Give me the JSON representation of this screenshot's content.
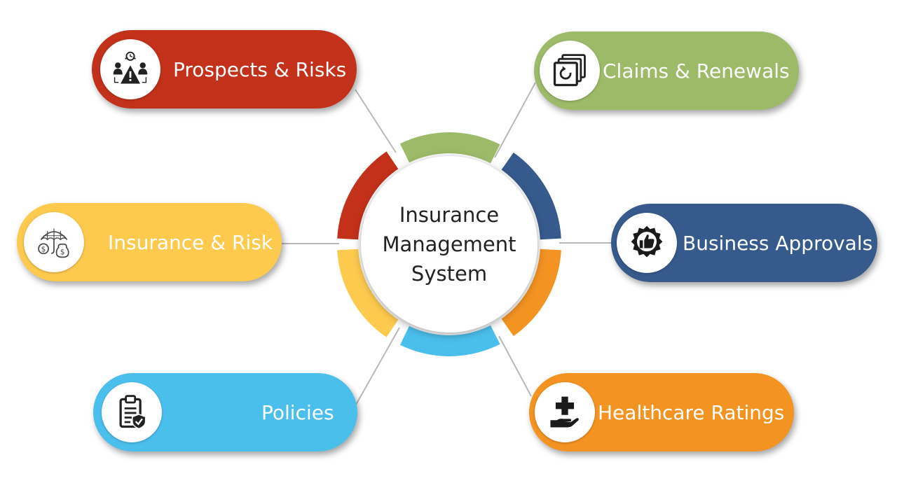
{
  "center": {
    "title": "Insurance\nManagement\nSystem"
  },
  "segments": [
    {
      "key": "prospects",
      "label": "Prospects & Risks",
      "color": "#c3311b",
      "icon": "risk-assessment-icon"
    },
    {
      "key": "claims",
      "label": "Claims & Renewals",
      "color": "#9cba68",
      "icon": "renewal-documents-icon"
    },
    {
      "key": "insurance",
      "label": "Insurance & Risk",
      "color": "#fdca4e",
      "icon": "umbrella-money-icon"
    },
    {
      "key": "business",
      "label": "Business Approvals",
      "color": "#365a8c",
      "icon": "thumbs-up-badge-icon"
    },
    {
      "key": "policies",
      "label": "Policies",
      "color": "#4bbfec",
      "icon": "clipboard-shield-icon"
    },
    {
      "key": "healthcare",
      "label": "Healthcare Ratings",
      "color": "#f39322",
      "icon": "medical-hand-icon"
    }
  ]
}
